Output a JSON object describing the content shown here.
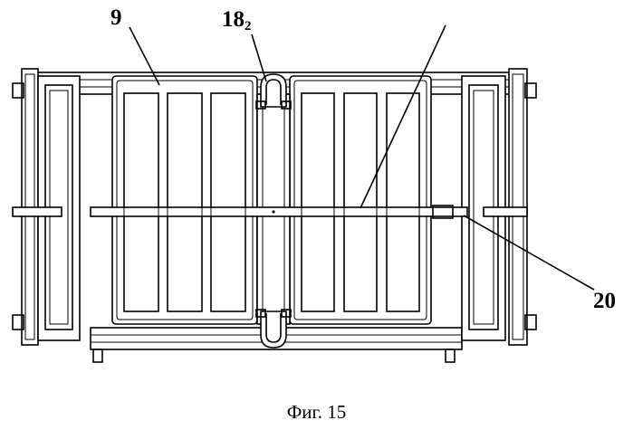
{
  "labels": {
    "part_9": "9",
    "part_18_main": "18",
    "part_18_sub": "2",
    "part_20": "20"
  },
  "caption": "Фиг. 15"
}
